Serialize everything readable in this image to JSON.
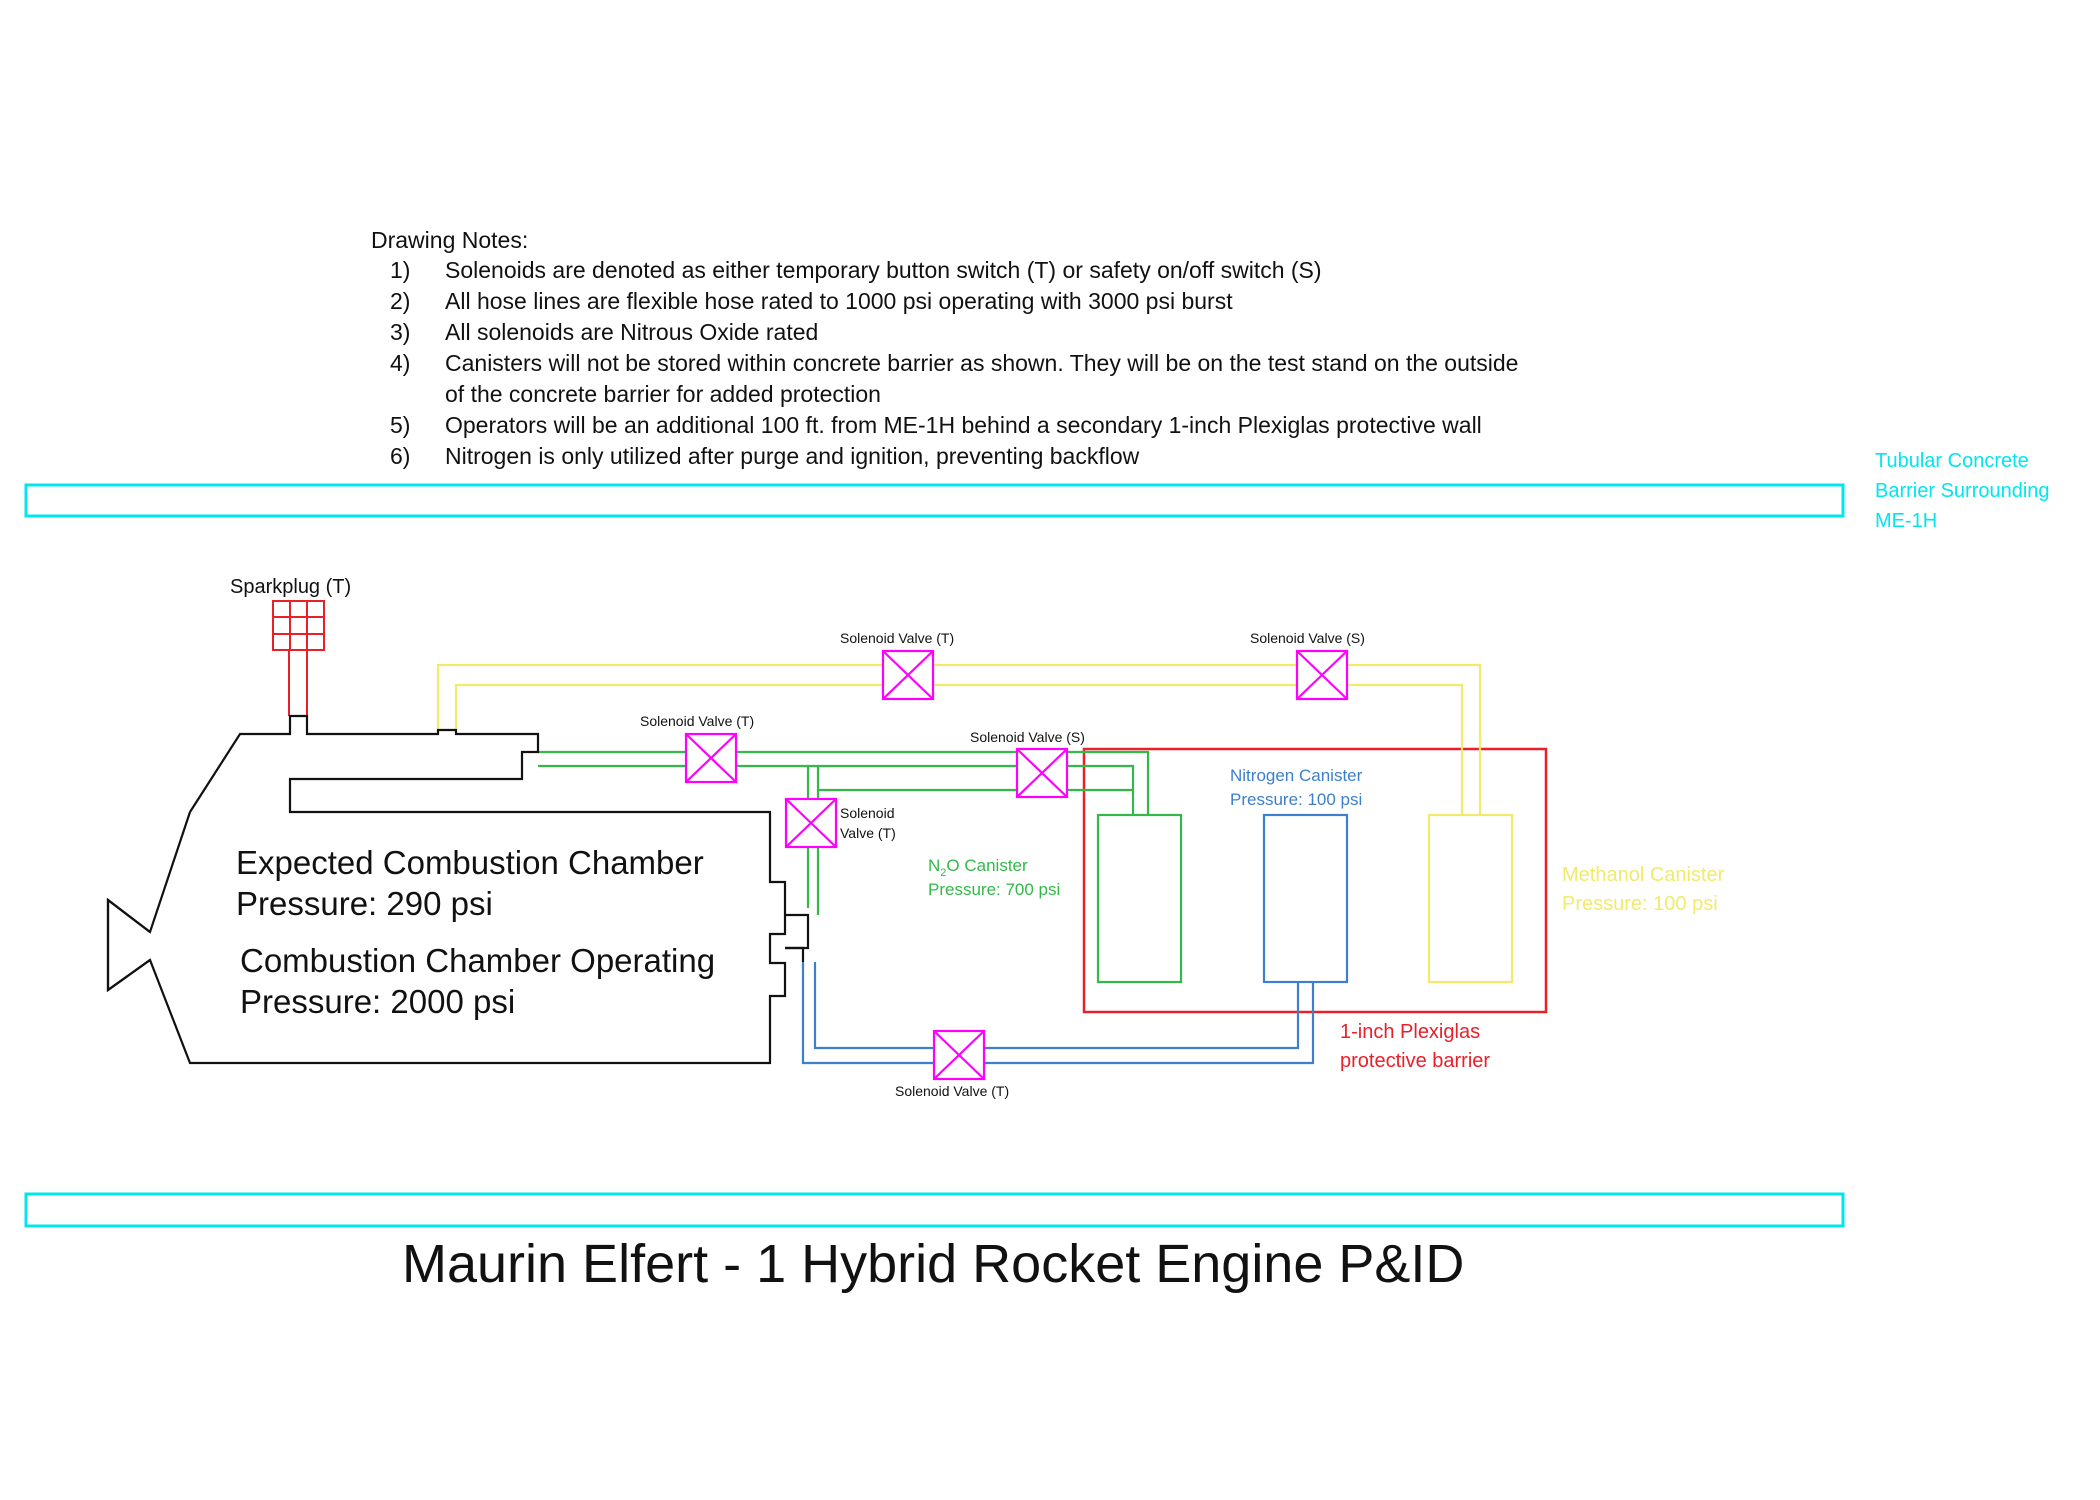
{
  "notes": {
    "heading": "Drawing Notes:",
    "items": [
      {
        "num": "1)",
        "line1": "Solenoids are denoted as either temporary button switch (T) or safety on/off switch (S)",
        "line2": ""
      },
      {
        "num": "2)",
        "line1": "All hose lines are flexible hose rated to 1000 psi operating with 3000 psi burst",
        "line2": ""
      },
      {
        "num": "3)",
        "line1": "All solenoids are Nitrous Oxide rated",
        "line2": ""
      },
      {
        "num": "4)",
        "line1": "Canisters will not be stored within concrete barrier as shown. They will be on the test stand on the outside",
        "line2": "of the concrete barrier for added protection"
      },
      {
        "num": "5)",
        "line1": "Operators will be an additional 100 ft. from ME-1H behind a secondary 1-inch Plexiglas protective wall",
        "line2": ""
      },
      {
        "num": "6)",
        "line1": "Nitrogen is only utilized after purge and ignition, preventing backflow",
        "line2": ""
      }
    ]
  },
  "barrier": {
    "line1": "Tubular Concrete",
    "line2": "Barrier Surrounding",
    "line3": "ME-1H",
    "color": "#00e5ee"
  },
  "sparkplug": {
    "label": "Sparkplug (T)",
    "color": "#e8202a"
  },
  "valves": {
    "v_top_t": "Solenoid Valve (T)",
    "v_top_s": "Solenoid Valve (S)",
    "v_green_t": "Solenoid Valve (T)",
    "v_green_s": "Solenoid Valve (S)",
    "v_vert_line1": "Solenoid",
    "v_vert_line2": "Valve (T)",
    "v_bottom_t": "Solenoid Valve (T)",
    "color": "#ff00ff"
  },
  "canisters": {
    "n2o": {
      "line1_pre": "N",
      "line1_sub": "2",
      "line1_post": "O Canister",
      "line2": "Pressure: 700 psi",
      "color": "#33b84a"
    },
    "nitrogen": {
      "line1": "Nitrogen Canister",
      "line2": "Pressure: 100 psi",
      "color": "#3d7fcc"
    },
    "methanol": {
      "line1": "Methanol Canister",
      "line2": "Pressure: 100 psi",
      "color": "#f2ea6a"
    }
  },
  "plexiglas": {
    "line1": "1-inch Plexiglas",
    "line2": "protective barrier",
    "color": "#e8202a"
  },
  "chamber": {
    "expected_line1": "Expected Combustion Chamber",
    "expected_line2": "Pressure: 290 psi",
    "operating_line1": "Combustion Chamber Operating",
    "operating_line2": "Pressure: 2000 psi"
  },
  "title": "Maurin Elfert - 1 Hybrid Rocket Engine P&ID"
}
